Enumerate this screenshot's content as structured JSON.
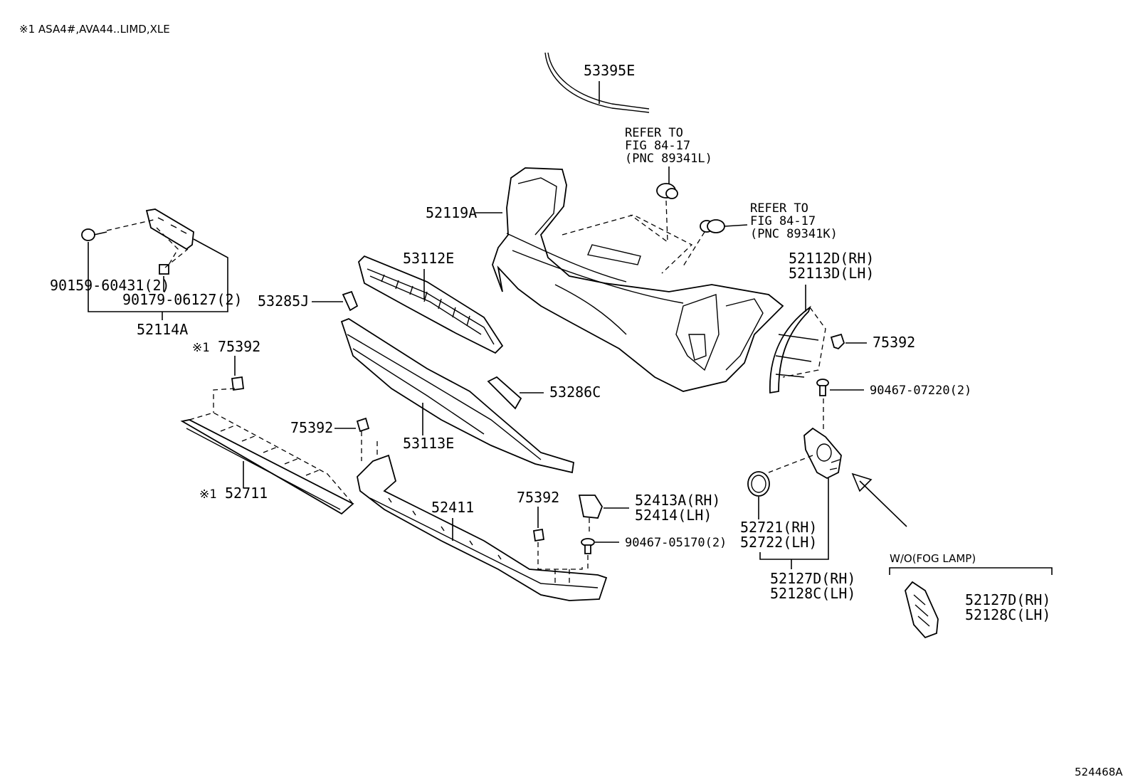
{
  "header_note": "※1 ASA4#,AVA44..LIMD,XLE",
  "figure_id": "524468A",
  "labels": {
    "p53395E": "53395E",
    "refer1_line1": "REFER TO",
    "refer1_line2": "FIG 84-17",
    "refer1_line3": "(PNC 89341L)",
    "refer2_line1": "REFER TO",
    "refer2_line2": "FIG 84-17",
    "refer2_line3": "(PNC 89341K)",
    "p52119A": "52119A",
    "p53112E": "53112E",
    "p52112D": "52112D(RH)",
    "p52113D": "52113D(LH)",
    "p53285J": "53285J",
    "p90159": "90159-60431(2)",
    "p90179": "90179-06127(2)",
    "p52114A": "52114A",
    "mark1_75392": "※1",
    "p75392_a": "75392",
    "p75392_b": "75392",
    "p75392_c": "75392",
    "p75392_d": "75392",
    "p53286C": "53286C",
    "p90467_07220": "90467-07220(2)",
    "p53113E": "53113E",
    "mark1_52711": "※1",
    "p52711": "52711",
    "p52411": "52411",
    "p52413A": "52413A(RH)",
    "p52414": "52414(LH)",
    "p90467_05170": "90467-05170(2)",
    "p52721": "52721(RH)",
    "p52722": "52722(LH)",
    "p52127D_a": "52127D(RH)",
    "p52128C_a": "52128C(LH)",
    "wo_fog": "W/O(FOG LAMP)",
    "p52127D_b": "52127D(RH)",
    "p52128C_b": "52128C(LH)"
  }
}
